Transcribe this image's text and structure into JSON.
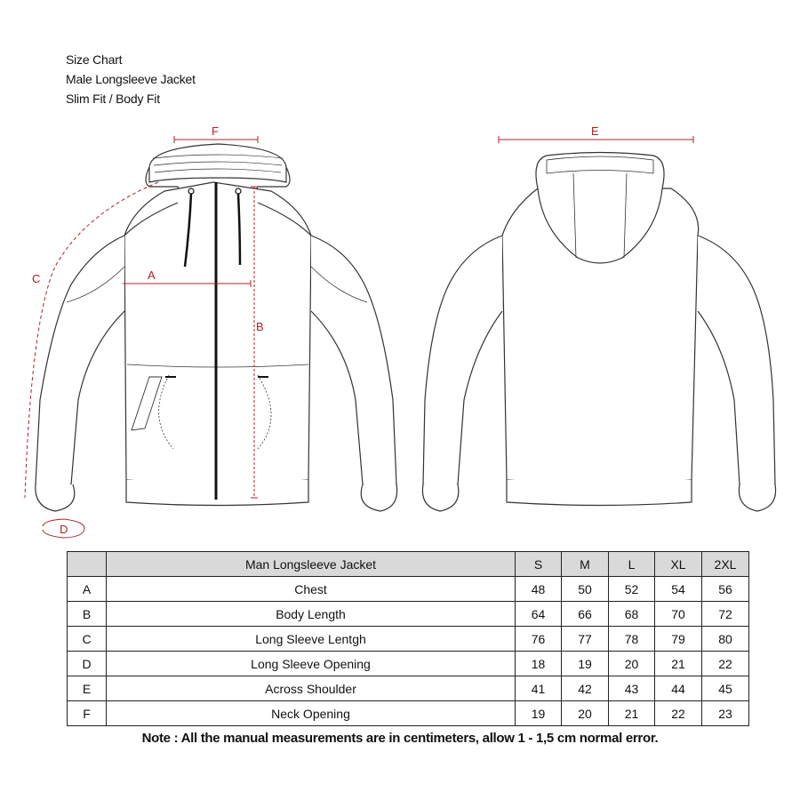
{
  "header": {
    "line1": "Size Chart",
    "line2": "Male Longsleeve Jacket",
    "line3": "Slim Fit / Body Fit"
  },
  "labels": {
    "a": "A",
    "b": "B",
    "c": "C",
    "d": "D",
    "e": "E",
    "f": "F"
  },
  "colors": {
    "measure": "#b0202a",
    "outline": "#333333",
    "header_bg": "#d9d9d9"
  },
  "table": {
    "title": "Man Longsleeve Jacket",
    "sizes": [
      "S",
      "M",
      "L",
      "XL",
      "2XL"
    ],
    "rows": [
      {
        "code": "A",
        "name": "Chest",
        "values": [
          "48",
          "50",
          "52",
          "54",
          "56"
        ]
      },
      {
        "code": "B",
        "name": "Body Length",
        "values": [
          "64",
          "66",
          "68",
          "70",
          "72"
        ]
      },
      {
        "code": "C",
        "name": "Long Sleeve Lentgh",
        "values": [
          "76",
          "77",
          "78",
          "79",
          "80"
        ]
      },
      {
        "code": "D",
        "name": "Long Sleeve Opening",
        "values": [
          "18",
          "19",
          "20",
          "21",
          "22"
        ]
      },
      {
        "code": "E",
        "name": "Across Shoulder",
        "values": [
          "41",
          "42",
          "43",
          "44",
          "45"
        ]
      },
      {
        "code": "F",
        "name": "Neck Opening",
        "values": [
          "19",
          "20",
          "21",
          "22",
          "23"
        ]
      }
    ]
  },
  "note": "Note : All the manual measurements are in centimeters, allow 1 - 1,5 cm normal error."
}
